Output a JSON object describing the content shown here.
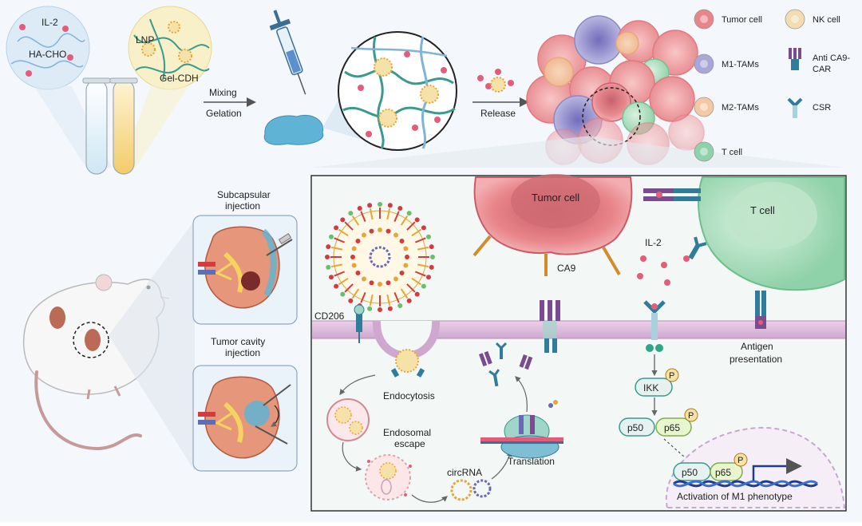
{
  "labels": {
    "il2_top": "IL-2",
    "hacho": "HA-CHO",
    "lnp": "LNP",
    "gelcdh": "Gel-CDH",
    "mixing": "Mixing",
    "gelation": "Gelation",
    "release": "Release",
    "subcapsular": "Subcapsular",
    "subcapsular2": "injection",
    "tumor_cavity": "Tumor cavity",
    "tumor_cavity2": "injection",
    "tumor_cell_main": "Tumor cell",
    "t_cell_main": "T cell",
    "il2_panel": "IL-2",
    "ca9": "CA9",
    "cd206": "CD206",
    "endocytosis": "Endocytosis",
    "endosomal": "Endosomal",
    "escape": "escape",
    "circrna": "circRNA",
    "translation": "Translation",
    "ikk": "IKK",
    "p_mark": "P",
    "p50": "p50",
    "p65": "p65",
    "antigen": "Antigen",
    "presentation": "presentation",
    "activation": "Activation of M1 phenotype"
  },
  "legend": [
    {
      "label": "Tumor cell",
      "icon": "tumor-cell-icon",
      "color": "#e8858a"
    },
    {
      "label": "NK cell",
      "icon": "nk-cell-icon",
      "color": "#f3dcb0"
    },
    {
      "label": "M1-TAMs",
      "icon": "m1-tam-icon",
      "color": "#a9a6d8"
    },
    {
      "label": "Anti CA9-",
      "label2": "CAR",
      "icon": "car-receptor-icon",
      "color": "#7a4b8f"
    },
    {
      "label": "M2-TAMs",
      "icon": "m2-tam-icon",
      "color": "#f4c8a4"
    },
    {
      "label": "CSR",
      "icon": "csr-receptor-icon",
      "color": "#2f7d9a"
    },
    {
      "label": "T cell",
      "icon": "t-cell-icon",
      "color": "#8fd1a8"
    }
  ],
  "colors": {
    "tumor": "#e8858a",
    "tcell": "#9fdbb4",
    "hydrogel": "#5fb4d6",
    "gel_fiber": "#3a9a8e",
    "il2": "#e35d7a",
    "lnp": "#e4a63a",
    "membrane": "#d9b8d8"
  }
}
